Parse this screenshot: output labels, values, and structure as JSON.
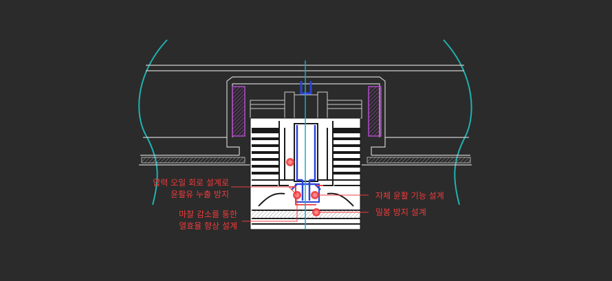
{
  "colors": {
    "background": "#2b2b2b",
    "outline": "#cfcfcf",
    "teal_curve": "#1fb3b3",
    "center_axis": "#1aa8c8",
    "magenta_part": "#b04cc8",
    "blue_part": "#2b44d8",
    "annotation_red": "#ef3b3b",
    "zoom_fill": "#ffffff",
    "zoom_dark": "#1a1a1a"
  },
  "icons": {
    "marker": "red-dot-icon"
  },
  "callouts": {
    "pressure_oil": {
      "line1": "압력 오일 회로 설계로",
      "line2": "윤활유 누출 방지"
    },
    "friction": {
      "line1": "마찰 감소를 통한",
      "line2": "열효율 향상 설계"
    },
    "self_lubrication": {
      "line1": "자체 윤활 기능 설계"
    },
    "sealing": {
      "line1": "밀봉 방지 설계"
    }
  }
}
